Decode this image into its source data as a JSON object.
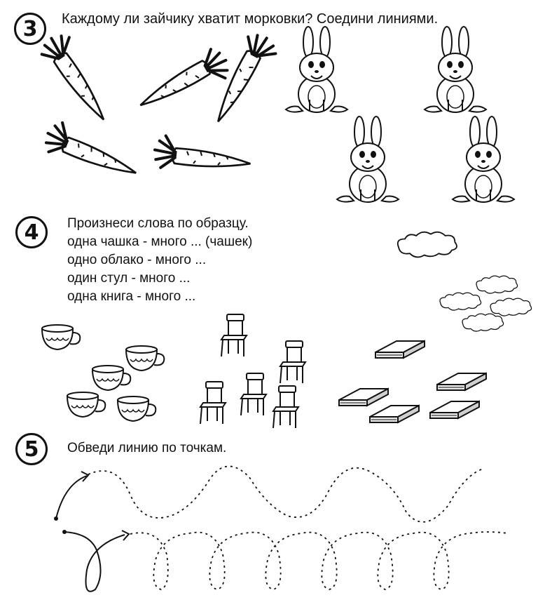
{
  "tasks": [
    {
      "number": "3",
      "text": "Каждому ли зайчику хватит морковки? Соедини линиями."
    },
    {
      "number": "4",
      "lines": [
        "Произнеси слова по образцу.",
        "одна чашка - много ... (чашек)",
        "одно облако - много ...",
        "один стул - много ...",
        "одна книга - много ..."
      ]
    },
    {
      "number": "5",
      "text": "Обведи линию по точкам."
    }
  ],
  "icons": [
    "carrot-icon",
    "rabbit-icon",
    "cup-icon",
    "chair-icon",
    "cloud-icon",
    "book-icon"
  ]
}
